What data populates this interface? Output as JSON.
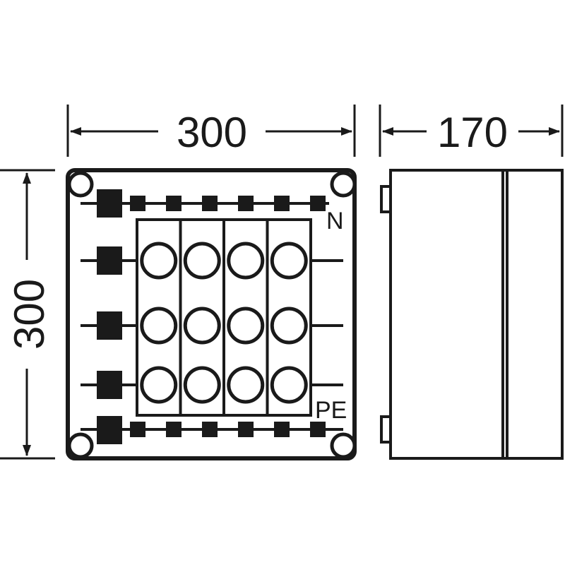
{
  "dimensions": {
    "front_width": "300",
    "front_height": "300",
    "side_depth": "170"
  },
  "labels": {
    "neutral": "N",
    "protective_earth": "PE"
  },
  "colors": {
    "line": "#1a1a1a",
    "fill": "#ffffff",
    "terminal": "#1a1a1a"
  },
  "terminals": {
    "n_bar_count": 6,
    "pe_bar_count": 6,
    "phase_rows": 3,
    "phase_columns": 4
  }
}
